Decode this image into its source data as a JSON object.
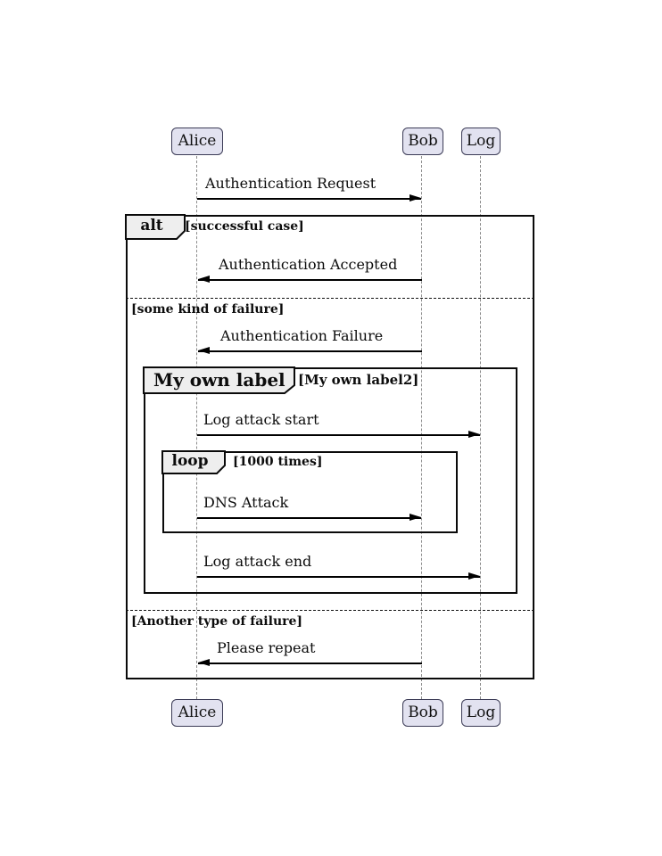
{
  "diagram_type": "sequence",
  "participants": [
    {
      "name": "Alice"
    },
    {
      "name": "Bob"
    },
    {
      "name": "Log"
    }
  ],
  "messages": [
    {
      "from": "Alice",
      "to": "Bob",
      "label": "Authentication Request"
    },
    {
      "from": "Bob",
      "to": "Alice",
      "label": "Authentication Accepted"
    },
    {
      "from": "Bob",
      "to": "Alice",
      "label": "Authentication Failure"
    },
    {
      "from": "Alice",
      "to": "Log",
      "label": "Log attack start"
    },
    {
      "from": "Alice",
      "to": "Bob",
      "label": "DNS Attack"
    },
    {
      "from": "Alice",
      "to": "Log",
      "label": "Log attack end"
    },
    {
      "from": "Bob",
      "to": "Alice",
      "label": "Please repeat"
    }
  ],
  "frames": {
    "alt": {
      "label": "alt",
      "condition": "[successful case]"
    },
    "divider1": {
      "label": "[some kind of failure]"
    },
    "group": {
      "label": "My own label",
      "condition": "[My own label2]"
    },
    "loop": {
      "label": "loop",
      "condition": "[1000 times]"
    },
    "divider2": {
      "label": "[Another type of failure]"
    }
  },
  "colors": {
    "participant_fill": "#E2E2F0",
    "participant_border": "#3b3b56",
    "frame_label_fill": "#EEEEEE",
    "frame_border": "#0a0a0a",
    "lifeline": "#8c8c8c",
    "text": "#0c0c0c",
    "background": "#ffffff"
  }
}
